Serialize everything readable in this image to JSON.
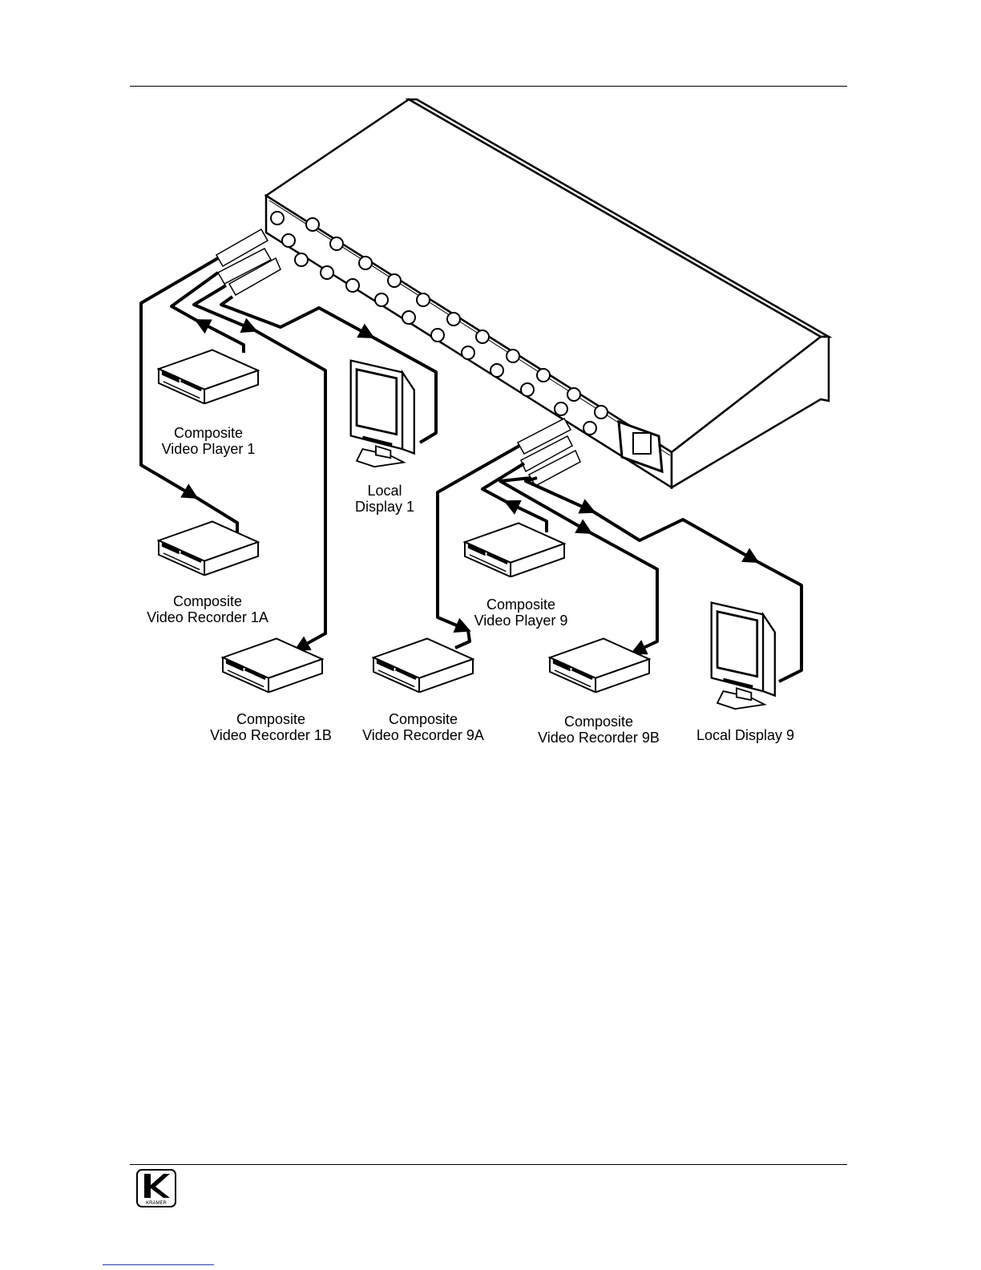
{
  "labels": {
    "player1": [
      "Composite",
      "Video Player 1"
    ],
    "display1": [
      "Local",
      "Display 1"
    ],
    "recorder1a": [
      "Composite",
      "Video Recorder 1A"
    ],
    "recorder1b": [
      "Composite",
      "Video Recorder 1B"
    ],
    "recorder9a": [
      "Composite",
      "Video Recorder 9A"
    ],
    "player9": [
      "Composite",
      "Video Player 9"
    ],
    "recorder9b": [
      "Composite",
      "Video Recorder 9B"
    ],
    "display9": "Local Display 9"
  },
  "logo": {
    "icon": "kramer-logo-icon",
    "text": "KRAMER"
  },
  "colors": {
    "line": "#000000",
    "link": "#2a3fb5"
  }
}
